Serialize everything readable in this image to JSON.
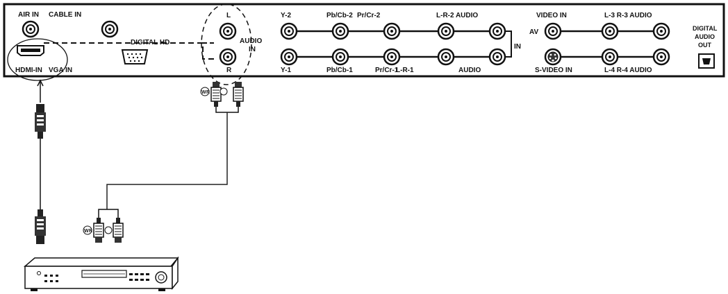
{
  "panel_labels": {
    "air_in": "AIR IN",
    "cable_in": "CABLE IN",
    "digital_hd": "DIGITAL HD",
    "hdmi_in": "HDMI-IN",
    "vga_in": "VGA IN",
    "audio_l": "L",
    "audio_r": "R",
    "audio_in_line1": "AUDIO",
    "audio_in_line2": "IN",
    "y2": "Y-2",
    "pbcb2": "Pb/Cb-2",
    "prcr2": "Pr/Cr-2",
    "lr2_audio": "L-R-2 AUDIO",
    "y1": "Y-1",
    "pbcb1": "Pb/Cb-1",
    "prcr1": "Pr/Cr-1",
    "lr1": "L-R-1",
    "audio_bottom": "AUDIO",
    "component_in": "IN",
    "video_in": "VIDEO IN",
    "av": "AV",
    "svideo_in": "S-VIDEO IN",
    "lr3_audio": "L-3 R-3 AUDIO",
    "lr4_audio": "L-4 R-4 AUDIO",
    "digital_audio_1": "DIGITAL",
    "digital_audio_2": "AUDIO",
    "digital_audio_3": "OUT"
  },
  "plug_labels": {
    "upper_w": "W",
    "upper_r": "R",
    "lower_w": "W",
    "lower_r": "R"
  },
  "colors": {
    "ink": "#111111",
    "panel_fill": "#ffffff",
    "cable": "#222222"
  }
}
